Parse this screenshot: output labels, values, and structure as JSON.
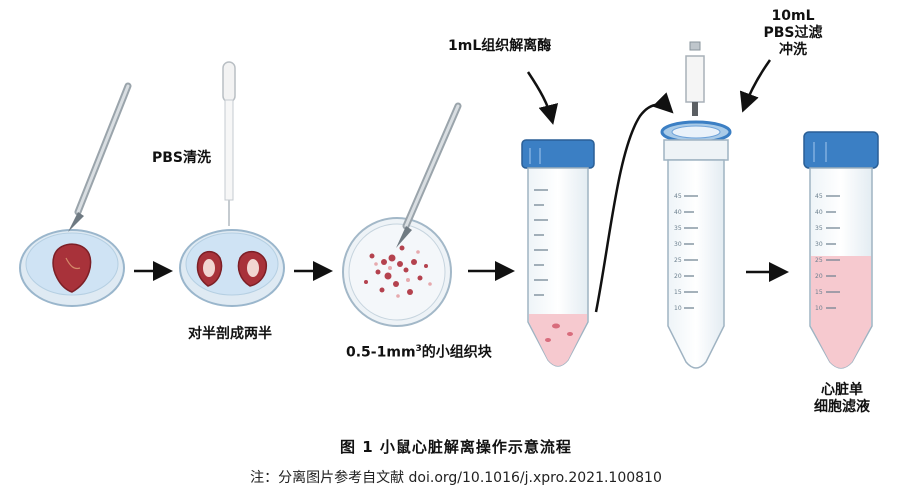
{
  "labels": {
    "pbs_wash": "PBS清洗",
    "cut_half": "对半剖成两半",
    "tissue_prefix": "0.5-1mm",
    "tissue_sup": "3",
    "tissue_suffix": "的小组织块",
    "enzyme": "1mL组织解离酶",
    "pbs_filter_1": "10mL",
    "pbs_filter_2": "PBS过滤",
    "pbs_filter_3": "冲洗",
    "cell_1": "心脏单",
    "cell_2": "细胞滤液"
  },
  "caption": "图 1   小鼠心脏解离操作示意流程",
  "note": "注：分离图片参考自文献 doi.org/10.1016/j.xpro.2021.100810",
  "tube_scale_labels": [
    "45",
    "40",
    "35",
    "30",
    "25",
    "20",
    "15",
    "10"
  ],
  "colors": {
    "cap_blue": "#3b7fc4",
    "liquid_pink": "#f6c9cf",
    "heart_red": "#a8323a",
    "dish_blue": "#cfe3f4"
  }
}
